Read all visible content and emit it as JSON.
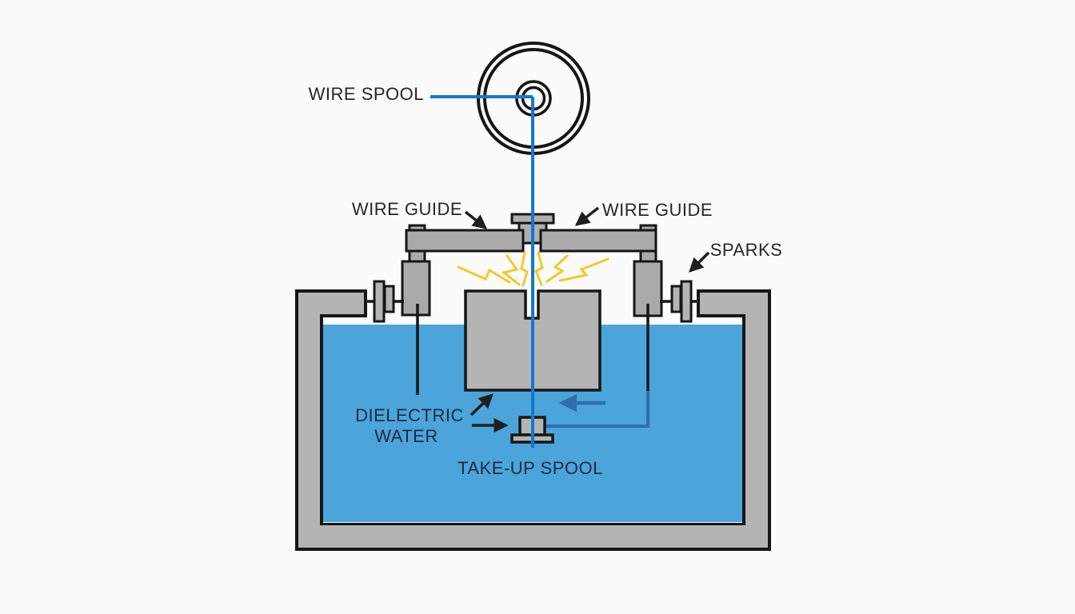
{
  "diagram_subject": "wire-edm-process",
  "labels": {
    "wire_spool": "WIRE SPOOL",
    "wire_guide_left": "WIRE GUIDE",
    "wire_guide_right": "WIRE GUIDE",
    "sparks": "SPARKS",
    "dielectric_line1": "DIELECTRIC",
    "dielectric_line2": "WATER",
    "take_up_spool": "TAKE-UP SPOOL"
  },
  "colors": {
    "background": "#fbfbfb",
    "water": "#4ba4da",
    "metal_gray": "#b4b4b4",
    "guide_gray": "#aaaaaa",
    "cap_gray": "#b0b0b0",
    "outline": "#161616",
    "wire_blue": "#1577d0",
    "circuit_blue": "#2e6fad",
    "spark_yellow": "#f2c92a",
    "label_black": "#262626",
    "label_navy": "#1d2b42"
  }
}
